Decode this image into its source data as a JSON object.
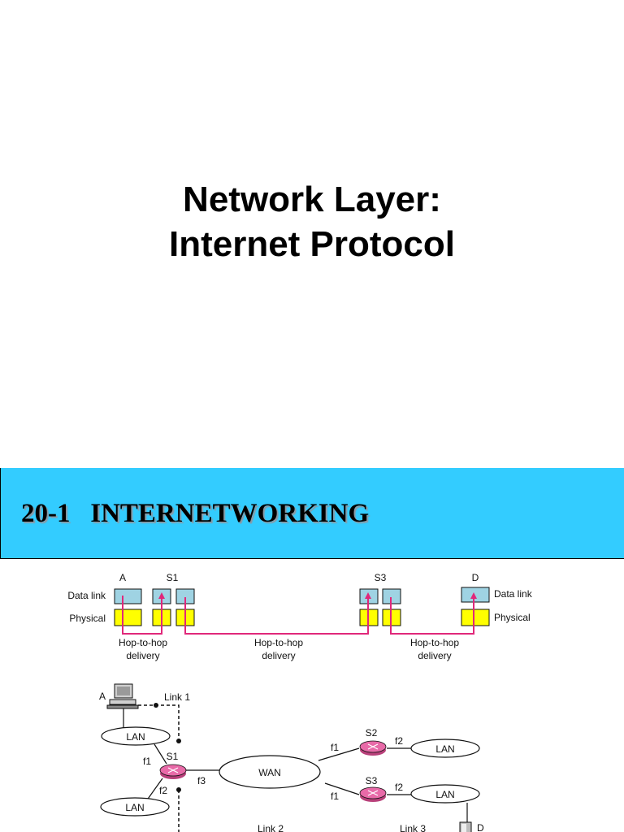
{
  "title": {
    "line1": "Network Layer:",
    "line2": "Internet Protocol"
  },
  "section_banner": {
    "number": "20-1",
    "label": "INTERNETWORKING"
  },
  "colors": {
    "banner": "#33ccff",
    "data_link_box": "#9fd3e3",
    "physical_box": "#ffff00",
    "delivery_path": "#e0287a",
    "router": "#e86aa8"
  },
  "delivery_diagram": {
    "nodes": [
      "A",
      "S1",
      "S3",
      "D"
    ],
    "layer_left": {
      "data_link": "Data link",
      "physical": "Physical"
    },
    "layer_right": {
      "data_link": "Data link",
      "physical": "Physical"
    },
    "hops": [
      {
        "line1": "Hop-to-hop",
        "line2": "delivery"
      },
      {
        "line1": "Hop-to-hop",
        "line2": "delivery"
      },
      {
        "line1": "Hop-to-hop",
        "line2": "delivery"
      }
    ]
  },
  "network_diagram": {
    "host_a": "A",
    "host_d": "D",
    "links": [
      "Link 1",
      "Link 2",
      "Link 3"
    ],
    "lans": [
      "LAN",
      "LAN",
      "LAN",
      "LAN"
    ],
    "wan": "WAN",
    "routers": [
      "S1",
      "S2",
      "S3"
    ],
    "interfaces": {
      "s1": [
        "f1",
        "f2",
        "f3"
      ],
      "s2": [
        "f1",
        "f2"
      ],
      "s3": [
        "f1",
        "f2"
      ]
    }
  }
}
